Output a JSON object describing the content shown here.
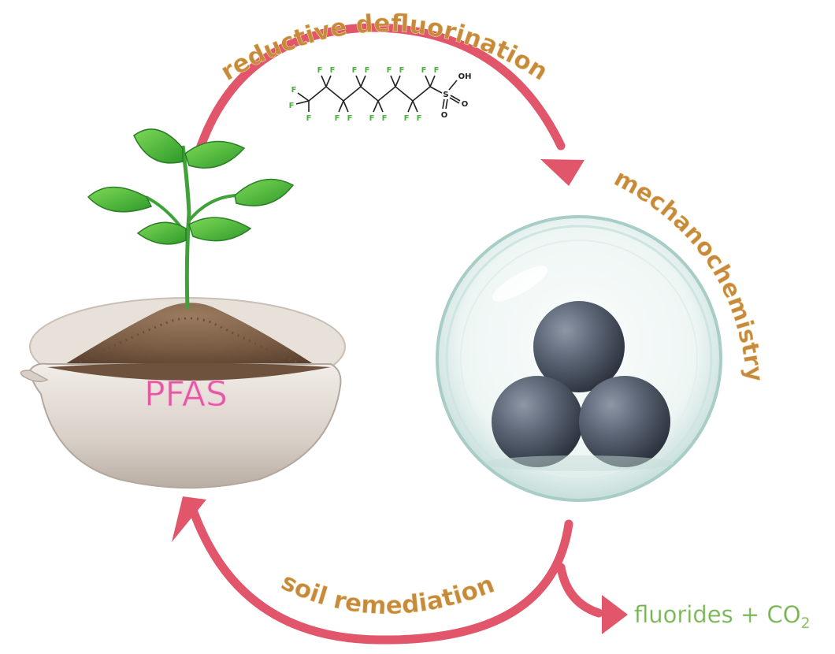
{
  "labels": {
    "top_arc": "reductive defluorination",
    "right_arc": "mechanochemistry",
    "bottom_arc": "soil remediation",
    "sample": "PFAS",
    "product_main": "fluorides + CO",
    "product_sub": "2"
  },
  "molecule": {
    "fluorine": "F",
    "sulfur": "S",
    "oxygen": "O",
    "hydroxyl": "OH"
  },
  "colors": {
    "arrow": "#e1566a",
    "arc_text": "#c68a3c",
    "arc_text_shadow": "#f2d9a8",
    "pfas": "#e05aa0",
    "products": "#77b255",
    "molecule": "#4caf3f",
    "bond": "#222222"
  },
  "icons": [
    "plant-in-soil-bowl",
    "petri-dish-with-steel-balls",
    "pfos-molecule"
  ]
}
